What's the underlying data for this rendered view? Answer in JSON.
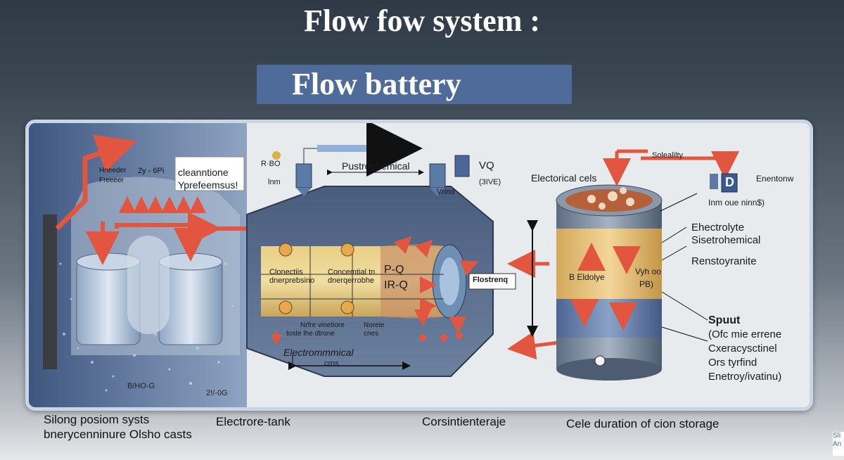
{
  "header": {
    "title": "Flow fow system :",
    "subtitle": "Flow battery"
  },
  "diagram": {
    "left_box": {
      "line1": "cleanntione",
      "line2": "Yprefeemsus!"
    },
    "left_small": {
      "a": "Hneeder",
      "b": "Freeeer",
      "c": "2y - 6Pi"
    },
    "top_flow": {
      "label": "Pustrouhemical",
      "src": "R·BO",
      "src2": "lnm",
      "vq": "VQ",
      "vrind": "Vrind",
      "sive": "(3IVE)"
    },
    "left_bottom": {
      "a": "B/HO-G",
      "b": "2!/-0G"
    },
    "center": {
      "left_text": "Clonectiis dnerprebsino",
      "mid_text": "Concemtial tn dnerqerrobhe",
      "pq": "P-Q",
      "bq": "IR-Q",
      "tag": "Flostrenq",
      "below1": "Nrfre vinetiore",
      "below2": "toste lhe dtrone",
      "below3": "Noreie",
      "below4": "cnes",
      "bottom_title": "Electrommmical",
      "bottom_sub": "crns"
    },
    "right": {
      "cells_label": "Electorical cels",
      "solubility": "Solealilty",
      "enentonw": "Enentonw",
      "d": "D",
      "inm": "Inm oue ninn$)",
      "electrolyte": "Ehectrolyte",
      "setrohemical": "Sisetrohemical",
      "renstoy": "Renstoyranite",
      "vyh": "Vyh oo",
      "pb": "PB)",
      "eldolye": "B Eldolye",
      "spuut": "Spuut",
      "ofc": "(Ofc mie errene",
      "cxer": "Cxeracysctinel",
      "ors": "Ors tyrfind",
      "enet": "Enetroy/ivatinu)"
    }
  },
  "bottom_labels": {
    "a1": "Silong posiom systs",
    "a2": "bnerycenninure  Olsho casts",
    "b": "Electrore-tank",
    "c": "Corsintienteraje",
    "d": "Cele duration of cion storage"
  },
  "corner": "Sli An",
  "colors": {
    "arrow": "#e2563f",
    "subtitle_band": "#4f6b9a",
    "panel_border": "#c9d6e6"
  }
}
